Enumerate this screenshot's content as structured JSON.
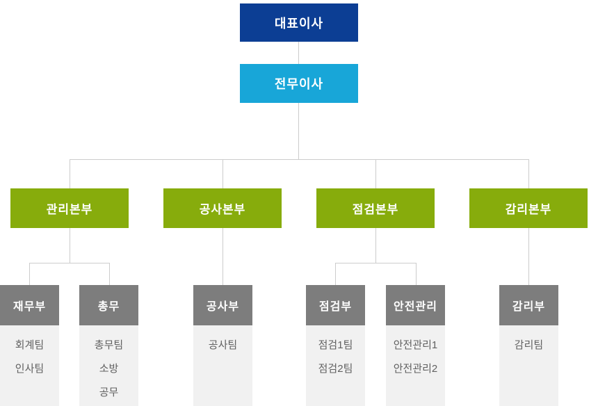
{
  "colors": {
    "ceo_box": "#0c3e94",
    "executive_box": "#18a6d8",
    "division_box": "#87ac0c",
    "department_header": "#7d7d7d",
    "department_body": "#f1f1f1",
    "connector_line": "#cccccc",
    "team_text": "#616161",
    "box_text": "#ffffff"
  },
  "org": {
    "root": {
      "label": "대표이사"
    },
    "executive": {
      "label": "전무이사"
    },
    "divisions": [
      {
        "label": "관리본부",
        "departments": [
          {
            "label": "재무부",
            "teams": [
              "회계팀",
              "인사팀"
            ]
          },
          {
            "label": "총무",
            "teams": [
              "총무팀",
              "소방",
              "공무"
            ]
          }
        ]
      },
      {
        "label": "공사본부",
        "departments": [
          {
            "label": "공사부",
            "teams": [
              "공사팀"
            ]
          }
        ]
      },
      {
        "label": "점검본부",
        "departments": [
          {
            "label": "점검부",
            "teams": [
              "점검1팀",
              "점검2팀"
            ]
          },
          {
            "label": "안전관리",
            "teams": [
              "안전관리1",
              "안전관리2"
            ]
          }
        ]
      },
      {
        "label": "감리본부",
        "departments": [
          {
            "label": "감리부",
            "teams": [
              "감리팀"
            ]
          }
        ]
      }
    ]
  }
}
